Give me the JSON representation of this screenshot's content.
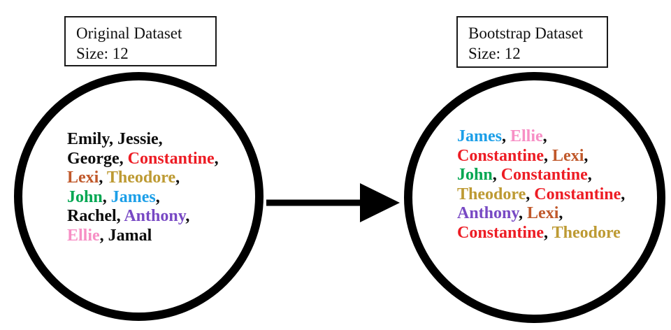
{
  "separator": ", ",
  "separator_color": "#0d0d0d",
  "palette": {
    "black": "#0d0d0d",
    "red": "#ED1C24",
    "chocolate": "#C0582A",
    "goldenrod": "#BD9A33",
    "green": "#00A651",
    "blue": "#1C9FE8",
    "purple": "#7849C4",
    "pink": "#F78FC5",
    "arrow": "#000000",
    "circle_stroke": "#000000"
  },
  "datasets": {
    "original": {
      "label": {
        "line1": "Original Dataset",
        "line2": "Size: 12"
      },
      "lines": [
        [
          {
            "text": "Emily",
            "color": "#0d0d0d"
          },
          {
            "text": "Jessie",
            "color": "#0d0d0d"
          }
        ],
        [
          {
            "text": "George",
            "color": "#0d0d0d"
          },
          {
            "text": "Constantine",
            "color": "#ED1C24"
          }
        ],
        [
          {
            "text": "Lexi",
            "color": "#C0582A"
          },
          {
            "text": "Theodore",
            "color": "#BD9A33"
          }
        ],
        [
          {
            "text": "John",
            "color": "#00A651"
          },
          {
            "text": "James",
            "color": "#1C9FE8"
          }
        ],
        [
          {
            "text": "Rachel",
            "color": "#0d0d0d"
          },
          {
            "text": "Anthony",
            "color": "#7849C4"
          }
        ],
        [
          {
            "text": "Ellie",
            "color": "#F78FC5"
          },
          {
            "text": "Jamal",
            "color": "#0d0d0d"
          }
        ]
      ]
    },
    "bootstrap": {
      "label": {
        "line1": "Bootstrap Dataset",
        "line2": "Size: 12"
      },
      "lines": [
        [
          {
            "text": "James",
            "color": "#1C9FE8"
          },
          {
            "text": "Ellie",
            "color": "#F78FC5"
          }
        ],
        [
          {
            "text": "Constantine",
            "color": "#ED1C24"
          },
          {
            "text": "Lexi",
            "color": "#C0582A"
          }
        ],
        [
          {
            "text": "John",
            "color": "#00A651"
          },
          {
            "text": "Constantine",
            "color": "#ED1C24"
          }
        ],
        [
          {
            "text": "Theodore",
            "color": "#BD9A33"
          },
          {
            "text": "Constantine",
            "color": "#ED1C24"
          }
        ],
        [
          {
            "text": "Anthony",
            "color": "#7849C4"
          },
          {
            "text": "Lexi",
            "color": "#C0582A"
          }
        ],
        [
          {
            "text": "Constantine",
            "color": "#ED1C24"
          },
          {
            "text": "Theodore",
            "color": "#BD9A33"
          }
        ]
      ]
    }
  }
}
